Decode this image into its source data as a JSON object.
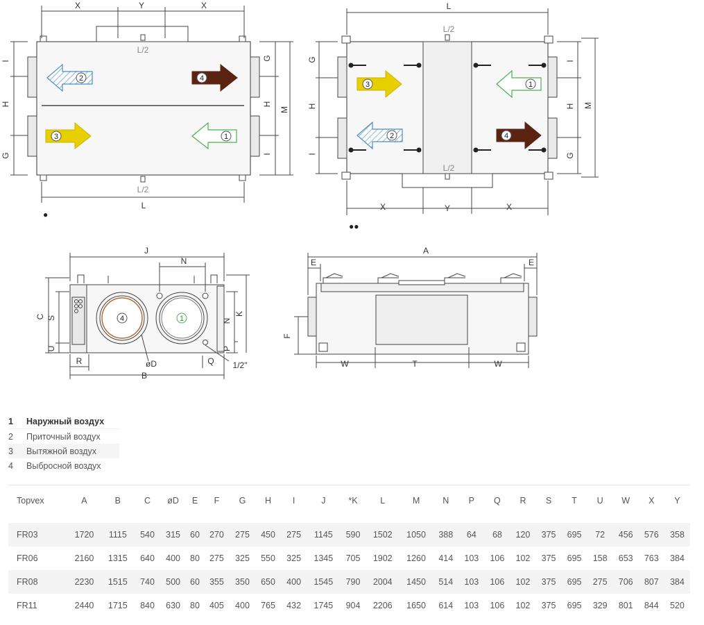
{
  "drawing": {
    "dim_x": "X",
    "dim_y": "Y",
    "dim_l": "L",
    "dim_l2": "L/2",
    "dim_g": "G",
    "dim_h": "H",
    "dim_i": "I",
    "dim_m": "M",
    "dim_j": "J",
    "dim_n": "N",
    "dim_c": "C",
    "dim_s": "S",
    "dim_u": "U",
    "dim_k": "K",
    "dim_p": "P",
    "dim_r": "R",
    "dim_q": "Q",
    "dim_d": "øD",
    "dim_b": "B",
    "dim_half": "1/2\"",
    "dim_a": "A",
    "dim_e": "E",
    "dim_f": "F",
    "dim_w": "W",
    "dim_t": "T",
    "port_1": "1",
    "port_2": "2",
    "port_3": "3",
    "port_4": "4",
    "variant_1": "●",
    "variant_2": "●●"
  },
  "legend": [
    {
      "num": "1",
      "label": "Наружный воздух"
    },
    {
      "num": "2",
      "label": "Приточный воздух"
    },
    {
      "num": "3",
      "label": "Вытяжной воздух"
    },
    {
      "num": "4",
      "label": "Выбросной воздух"
    }
  ],
  "table": {
    "headers": [
      "Topvex",
      "A",
      "B",
      "C",
      "øD",
      "E",
      "F",
      "G",
      "H",
      "I",
      "J",
      "*K",
      "L",
      "M",
      "N",
      "P",
      "Q",
      "R",
      "S",
      "T",
      "U",
      "W",
      "X",
      "Y"
    ],
    "rows": [
      [
        "FR03",
        "1720",
        "1115",
        "540",
        "315",
        "60",
        "270",
        "275",
        "450",
        "275",
        "1145",
        "590",
        "1502",
        "1050",
        "388",
        "64",
        "68",
        "120",
        "375",
        "695",
        "72",
        "456",
        "576",
        "358"
      ],
      [
        "FR06",
        "2160",
        "1315",
        "640",
        "400",
        "80",
        "275",
        "325",
        "550",
        "325",
        "1345",
        "705",
        "1902",
        "1260",
        "414",
        "103",
        "106",
        "102",
        "375",
        "695",
        "158",
        "653",
        "763",
        "384"
      ],
      [
        "FR08",
        "2230",
        "1515",
        "740",
        "500",
        "60",
        "355",
        "350",
        "650",
        "400",
        "1545",
        "790",
        "2004",
        "1450",
        "514",
        "103",
        "106",
        "102",
        "375",
        "695",
        "275",
        "706",
        "807",
        "384"
      ],
      [
        "FR11",
        "2440",
        "1715",
        "840",
        "630",
        "80",
        "405",
        "400",
        "765",
        "432",
        "1745",
        "904",
        "2206",
        "1650",
        "614",
        "103",
        "106",
        "102",
        "375",
        "695",
        "329",
        "801",
        "844",
        "520"
      ]
    ]
  },
  "colors": {
    "outdoor": "#4caf50",
    "supply": "#4a8cc9",
    "extract": "#e8d000",
    "exhaust": "#5a2312"
  }
}
